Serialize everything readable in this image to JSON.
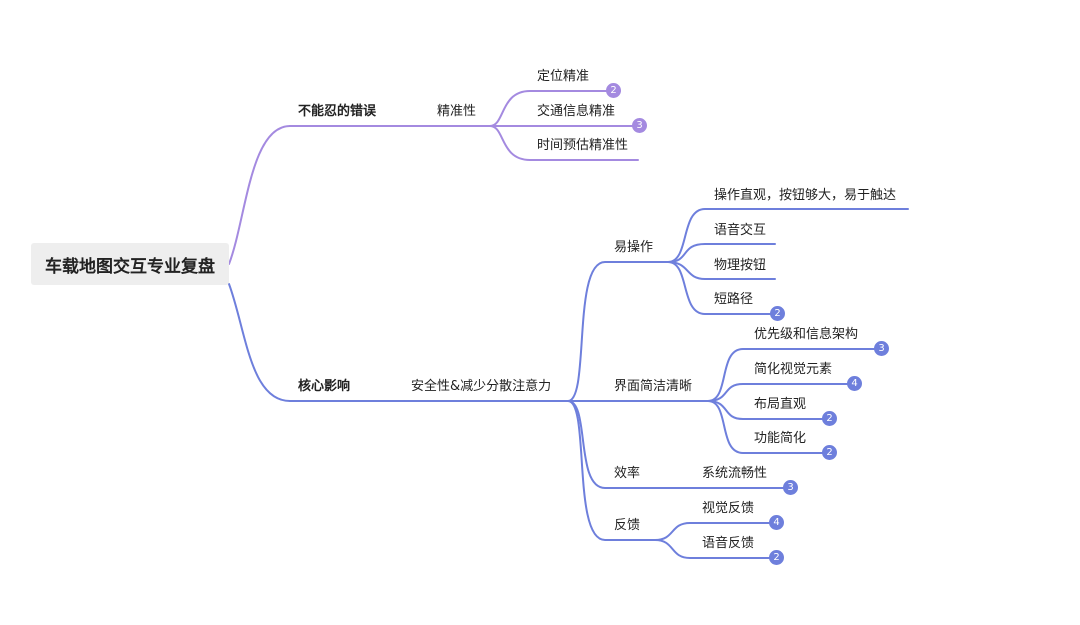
{
  "colors": {
    "purple_branch": "#a48ae0",
    "blue_branch": "#6e7fdc",
    "root_bg": "#eeeeee"
  },
  "root": "车载地图交互专业复盘",
  "branch1": {
    "label": "不能忍的错误",
    "sub": "精准性",
    "items": [
      {
        "label": "定位精准",
        "badge": "2"
      },
      {
        "label": "交通信息精准",
        "badge": "3"
      },
      {
        "label": "时间预估精准性"
      }
    ]
  },
  "branch2": {
    "label": "核心影响",
    "sub": "安全性&减少分散注意力",
    "groups": [
      {
        "label": "易操作",
        "items": [
          {
            "label": "操作直观，按钮够大，易于触达"
          },
          {
            "label": "语音交互"
          },
          {
            "label": "物理按钮"
          },
          {
            "label": "短路径",
            "badge": "2"
          }
        ]
      },
      {
        "label": "界面简洁清晰",
        "items": [
          {
            "label": "优先级和信息架构",
            "badge": "3"
          },
          {
            "label": "简化视觉元素",
            "badge": "4"
          },
          {
            "label": "布局直观",
            "badge": "2"
          },
          {
            "label": "功能简化",
            "badge": "2"
          }
        ]
      },
      {
        "label": "效率",
        "items": [
          {
            "label": "系统流畅性",
            "badge": "3"
          }
        ]
      },
      {
        "label": "反馈",
        "items": [
          {
            "label": "视觉反馈",
            "badge": "4"
          },
          {
            "label": "语音反馈",
            "badge": "2"
          }
        ]
      }
    ]
  }
}
